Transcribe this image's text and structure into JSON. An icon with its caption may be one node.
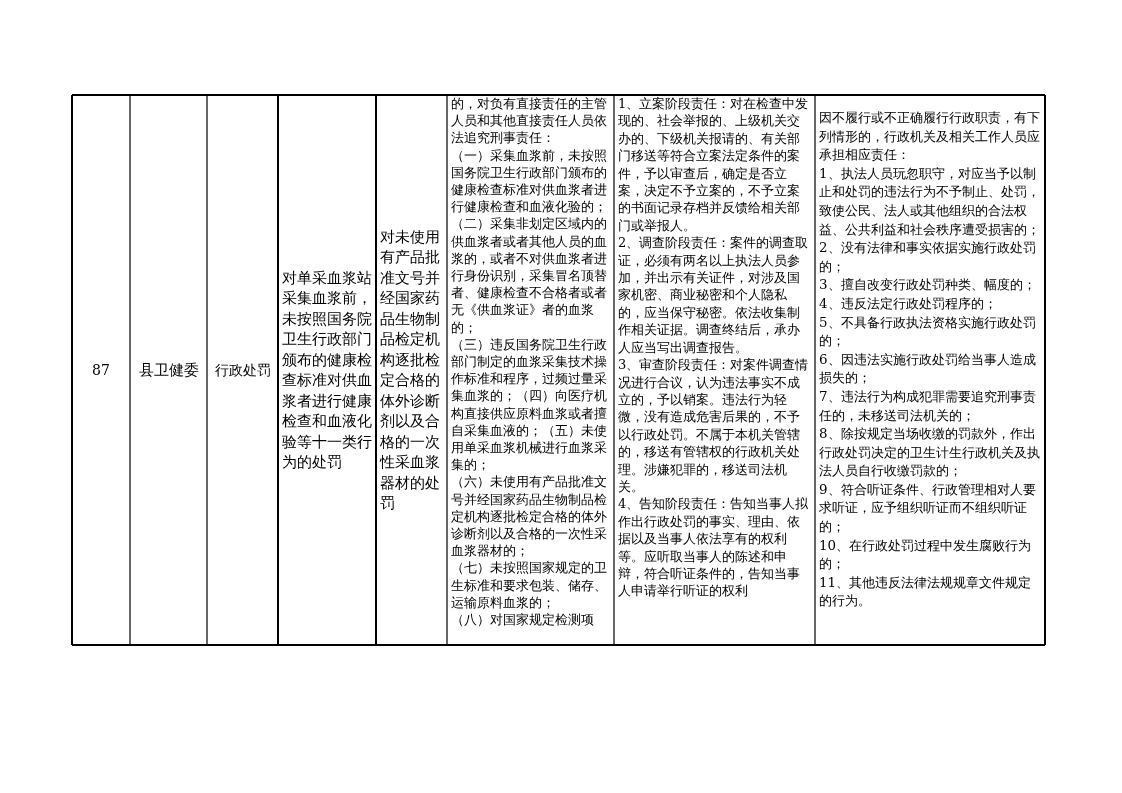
{
  "diagram": {
    "labels": [
      "87",
      "县卫健委",
      "行政处罚",
      "对单采血浆站采集血浆前，未按照国务院卫生行政部门颁布的健康检查标准对供血浆者进行健康检查和血液化验等十一类行为的处罚",
      "对未使用有产品批准文号并经国家药品生物制品检定机构逐批检定合格的体外诊断剂以及合格的一次性采血浆器材的处罚",
      "的，对负有直接责任的主管人员和其他直接责任人员依法追究刑事责任：",
      "（一）采集血浆前，未按照国务院卫生行政部门颁布的健康检查标准对供血浆者进行健康检查和血液化验的；（二）采集非划定区域内的供血浆者或者其他人员的血浆的，或者不对供血浆者进行身份识别，采集冒名顶替者、健康检查不合格者或者无《供血浆证》者的血浆的；",
      "（三）违反国务院卫生行政部门制定的血浆采集技术操作标准和程序，过频过量采集血浆的；（四）向医疗机构直接供应原料血浆或者擅自采集血液的；（五）未使用单采血浆机械进行血浆采集的；",
      "（六）未使用有产品批准文号并经国家药品生物制品检定机构逐批检定合格的体外诊断剂以及合格的一次性采血浆器材的；",
      "（七）未按照国家规定的卫生标准和要求包装、储存、运输原料血浆的；",
      "（八）对国家规定检测项",
      "1、立案阶段责任：对在检查中发现的、社会举报的、上级机关交办的、下级机关报请的、有关部门移送等符合立案法定条件的案件，予以审查后，确定是否立案，决定不予立案的，不予立案的书面记录存档并反馈给相关部门或举报人。",
      "2、调查阶段责任：案件的调查取证，必须有两名以上执法人员参加，并出示有关证件，对涉及国家机密、商业秘密和个人隐私的，应当保守秘密。依法收集制作相关证据。调查终结后，承办人应当写出调查报告。",
      "3、审查阶段责任：对案件调查情况进行合议，认为违法事实不成立的，予以销案。违法行为轻微，没有造成危害后果的，不予以行政处罚。不属于本机关管辖的，移送有管辖权的行政机关处理。涉嫌犯罪的，移送司法机关。",
      "4、告知阶段责任：告知当事人拟作出行政处罚的事实、理由、依据以及当事人依法享有的权利等。应听取当事人的陈述和申辩，符合听证条件的，告知当事人申请举行听证的权利",
      "因不履行或不正确履行行政职责，有下列情形的，行政机关及相关工作人员应承担相应责任：",
      "1、执法人员玩忽职守，对应当予以制止和处罚的违法行为不予制止、处罚，致使公民、法人或其他组织的合法权益、公共利益和社会秩序遭受损害的；",
      "2、没有法律和事实依据实施行政处罚的；",
      "3、擅自改变行政处罚种类、幅度的；",
      "4、违反法定行政处罚程序的；",
      "5、不具备行政执法资格实施行政处罚的；",
      "6、因违法实施行政处罚给当事人造成损失的；",
      "7、违法行为构成犯罪需要追究刑事责任的，未移送司法机关的；",
      "8、除按规定当场收缴的罚款外，作出行政处罚决定的卫生计生行政机关及执法人员自行收缴罚款的；",
      "9、符合听证条件、行政管理相对人要求听证，应予组织听证而不组织听证的；",
      "10、在行政处罚过程中发生腐败行为的；",
      "11、其他违反法律法规规章文件规定的行为。"
    ]
  }
}
